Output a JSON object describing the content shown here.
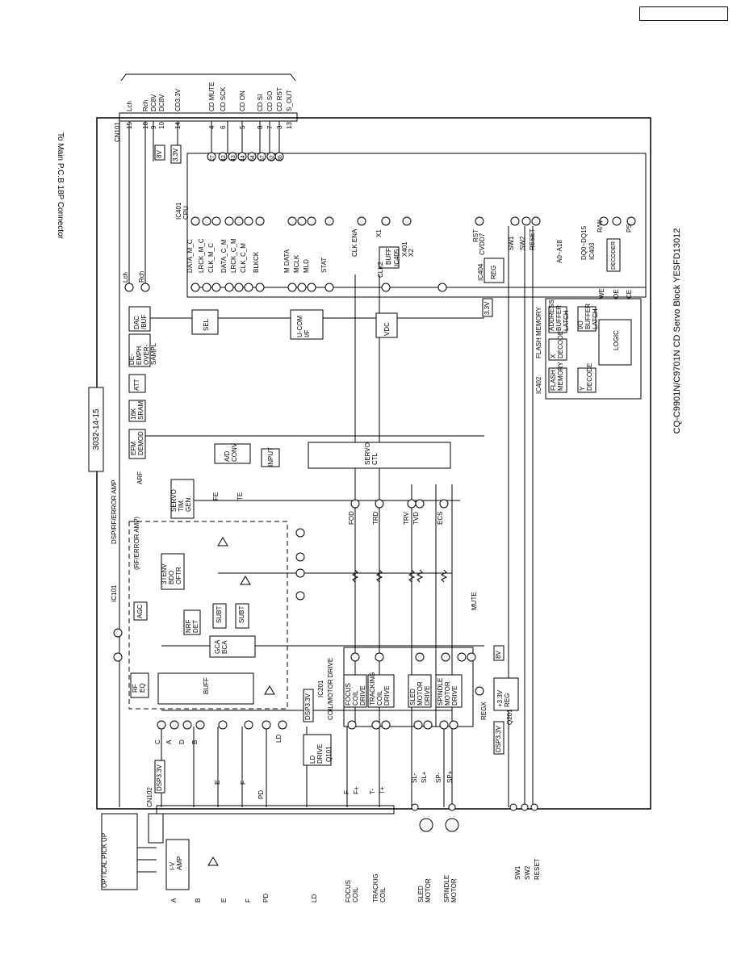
{
  "header": {
    "doc_code": ""
  },
  "title": "CQ-C9901N/C9701N  CD Servo Block  YESFD13012",
  "connector_main": "To Main P.C.B 18P Connector",
  "part_no": "3032-14-15",
  "blocks": {
    "optical": "OPTICAL PICK UP",
    "iv_amp": [
      "I-V",
      "AMP"
    ],
    "cn102": "CN102",
    "cn101": "CN101",
    "dsp_amp": "DSP/RF/ERROR AMP",
    "rf_amp": "(RF/ERROR AMP)",
    "ic101": "IC101",
    "buff": "BUFF",
    "rf_eq": [
      "RF",
      "EQ"
    ],
    "agc": "AGC",
    "nrf_det": [
      "NRF",
      "DET"
    ],
    "tenv": [
      "3TENV",
      "BDO",
      "OFTR"
    ],
    "servo_tim": [
      "SERVO",
      "TIM.",
      "GEN."
    ],
    "gca": [
      "GCA",
      "BCA"
    ],
    "subt1": "SUBT",
    "subt2": "SUBT",
    "ad_conv": [
      "A/D",
      "CONV"
    ],
    "input": "INPUT",
    "servo_ctl": [
      "SERVO",
      "CTL"
    ],
    "efm": [
      "EFM",
      "DEMOD"
    ],
    "sram": [
      "16K",
      "SRAM"
    ],
    "att": "ATT",
    "deemph": [
      "DE-",
      "EMPH.",
      "OVER-",
      "SAMPL"
    ],
    "dac": [
      "DAC",
      "/BUF"
    ],
    "sel": "SEL",
    "ucom": [
      "U-COM",
      "I/F"
    ],
    "vdc": "VDC",
    "ld_drive": [
      "LD",
      "DRIVE"
    ],
    "q101": "Q101",
    "dsp33_a": "DSP3.3V",
    "dsp33_b": "DSP3.3V",
    "dsp33_c": "DSP3.3V",
    "ic201": "IC201",
    "coil_motor": "COIL/MOTOR DRIVE",
    "focus_drive": [
      "FOCUS",
      "COIL",
      "DRIVE"
    ],
    "tracking_drive": [
      "TRACKING",
      "COIL",
      "DRIVE"
    ],
    "sled_drive": [
      "SLED",
      "MOTOR",
      "DRIVE"
    ],
    "spindle_drive": [
      "SPINDLE",
      "MOTOR",
      "DRIVE"
    ],
    "reg33": [
      "+3.3V",
      "REG"
    ],
    "q201": "Q201",
    "regx": "REGX",
    "v8": "8V",
    "v8b": "8V",
    "v33": "3.3V",
    "v33b": "3.3V",
    "buff2": "BUFF",
    "ic405": "IC405",
    "x401": "X401",
    "ic404": "IC404",
    "reg": "REG",
    "cvdd7": "CVDD7",
    "ic401": [
      "IC401",
      "CPU"
    ],
    "flash": "FLASH MEMORY",
    "ic402": "IC402",
    "ic403": "IC403",
    "a_bus": "A0~A18",
    "dq_bus": "DQ0~DQ15",
    "addr_latch": [
      "ADDRESS",
      "BUFFER",
      "LATCH"
    ],
    "x_decode": [
      "X",
      "DECODE"
    ],
    "flash_mem": [
      "FLASH",
      "MEMORY"
    ],
    "io_latch": [
      "I/O",
      "BUFFER",
      "LATCH"
    ],
    "y_decode": [
      "Y",
      "DECODE"
    ],
    "logic": "LOGIC",
    "decoder": "DECODER"
  },
  "left_labels": {
    "a": "A",
    "b": "B",
    "e": "E",
    "f": "F",
    "pd": "PD",
    "ld": "LD",
    "focus_coil": [
      "FOCUS",
      "COIL"
    ],
    "tracking_coil": [
      "TRACKIG",
      "COIL"
    ],
    "sled_motor": [
      "SLED",
      "MOTOR"
    ],
    "spindle_motor": [
      "SPINDLE",
      "MOTOR"
    ],
    "sw1": "SW1",
    "sw2": "SW2",
    "reset": "RESET"
  },
  "cn101_pins": [
    {
      "n": "15",
      "l": "Lch"
    },
    {
      "n": "18",
      "l": "Rch"
    },
    {
      "n": "9",
      "l": "DC8V"
    },
    {
      "n": "10",
      "l": "DC8V"
    },
    {
      "n": "14",
      "l": "CD3.3V"
    },
    {
      "n": "4",
      "l": "CD MUTE"
    },
    {
      "n": "6",
      "l": "CD SCK"
    },
    {
      "n": "5",
      "l": "CD ON"
    },
    {
      "n": "8",
      "l": "CD SI"
    },
    {
      "n": "7",
      "l": "CD SO"
    },
    {
      "n": "3",
      "l": "CD RST"
    },
    {
      "n": "13",
      "l": "S_OUT"
    }
  ],
  "cpu_pins": [
    "27",
    "42",
    "43",
    "44",
    "64",
    "57",
    "62",
    "36"
  ],
  "signals": {
    "lch": "Lch",
    "rch": "Rch",
    "data_mc": "DATA_M_C",
    "lrck_mc": "LRCK_M_C",
    "clk_mc": "CLK_M_C",
    "data_cm": "DATA_C_M",
    "lrck_cm": "LRCK_C_M",
    "clk_cm": "CLK_C_M",
    "blkck": "BLKCK",
    "mdata": "M DATA",
    "mclk": "MCLK",
    "mld": "MLD",
    "stat": "STAT",
    "clk_ena": "CLK ENA",
    "x1": "X1",
    "x2": "X2",
    "clk2": "CLK2",
    "rst": "RST",
    "sw1": "SW1",
    "sw2": "SW2",
    "reset": "RESET",
    "arf": "ARF",
    "fe": "FE",
    "te": "TE",
    "fod": "FOD",
    "trd": "TRD",
    "trv": "TRV",
    "tvd": "TVD",
    "ecs": "ECS",
    "mute": "MUTE",
    "ld": "LD",
    "rw": "R/W",
    "ps": "PS",
    "we": "WE",
    "oe": "OE",
    "ce": "CE",
    "pd": "PD",
    "c": "C",
    "a": "A",
    "d": "D",
    "b": "B",
    "e": "E",
    "f": "F",
    "f_minus": "F-",
    "f_plus": "F+",
    "t_minus": "T-",
    "t_plus": "T+",
    "sl_minus": "SL-",
    "sl_plus": "SL+",
    "sp_minus": "SP-",
    "sp_plus": "SP+"
  }
}
